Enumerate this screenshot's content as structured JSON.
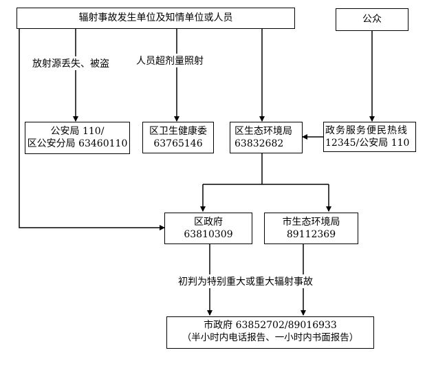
{
  "nodes": {
    "source": {
      "text": "辐射事故发生单位及知情单位或人员"
    },
    "public": {
      "text": "公众"
    },
    "police": {
      "line1": "公安局 110/",
      "line2": "区公安分局 63460110"
    },
    "health": {
      "line1": "区卫生健康委",
      "line2": "63765146"
    },
    "district_env": {
      "line1": "区生态环境局",
      "line2": "63832682"
    },
    "hotline": {
      "line1": "政务服务便民热线",
      "line2": "12345/公安局 110"
    },
    "district_gov": {
      "line1": "区政府",
      "line2": "63810309"
    },
    "city_env": {
      "line1": "市生态环境局",
      "line2": "89112369"
    },
    "city_gov": {
      "line1": "市政府 63852702/89016933",
      "line2": "（半小时内电话报告、一小时内书面报告）"
    }
  },
  "edge_labels": {
    "lost_stolen": "放射源丢失、被盗",
    "overdose": "人员超剂量照射",
    "judgment": "初判为特别重大或重大辐射事故"
  }
}
